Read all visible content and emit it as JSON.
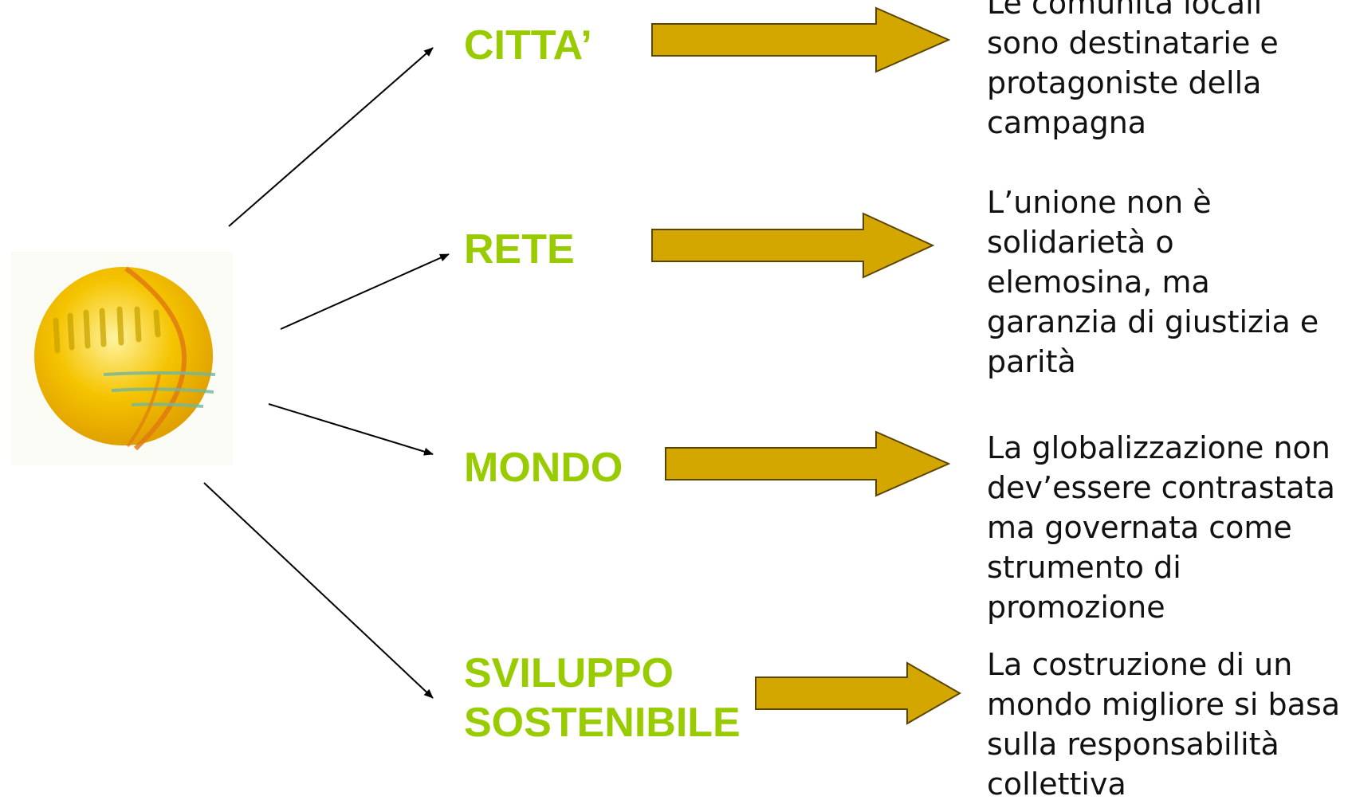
{
  "colors": {
    "concept_text": "#99cc00",
    "block_arrow_fill": "#d4a600",
    "block_arrow_stroke": "#5a4500",
    "connector": "#000000",
    "description_text": "#111111"
  },
  "logo": {
    "icon": "globe-logo-icon",
    "description": "golden globe emblem"
  },
  "rows": [
    {
      "concept": [
        "CITTA’"
      ],
      "description": [
        "Le comunità locali",
        "sono destinatarie e",
        "protagoniste della",
        "campagna"
      ]
    },
    {
      "concept": [
        "RETE"
      ],
      "description": [
        "L’unione non è",
        "solidarietà o",
        "elemosina, ma",
        "garanzia di giustizia e",
        "parità"
      ]
    },
    {
      "concept": [
        "MONDO"
      ],
      "description": [
        "La globalizzazione non",
        "dev’essere contrastata",
        "ma governata come",
        "strumento di",
        "promozione"
      ]
    },
    {
      "concept": [
        "SVILUPPO",
        "SOSTENIBILE"
      ],
      "description": [
        "La costruzione di un",
        "mondo migliore si basa",
        "sulla responsabilità",
        "collettiva"
      ]
    }
  ]
}
